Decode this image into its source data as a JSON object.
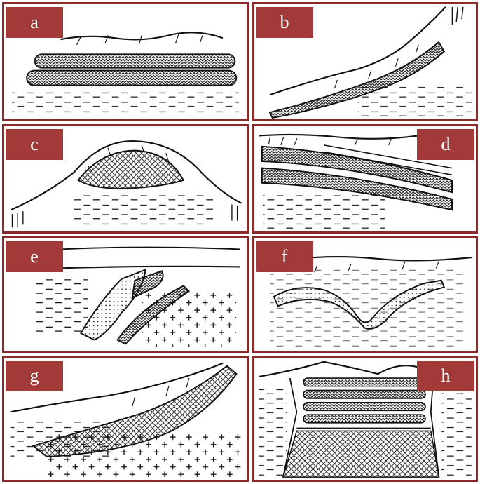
{
  "colors": {
    "border": "#8b2a2a",
    "label_bg": "#a33a3a",
    "label_text": "#ffffff",
    "ink": "#111111"
  },
  "panels": [
    {
      "label": "a"
    },
    {
      "label": "b"
    },
    {
      "label": "c"
    },
    {
      "label": "d"
    },
    {
      "label": "e"
    },
    {
      "label": "f"
    },
    {
      "label": "g"
    },
    {
      "label": "h"
    }
  ]
}
